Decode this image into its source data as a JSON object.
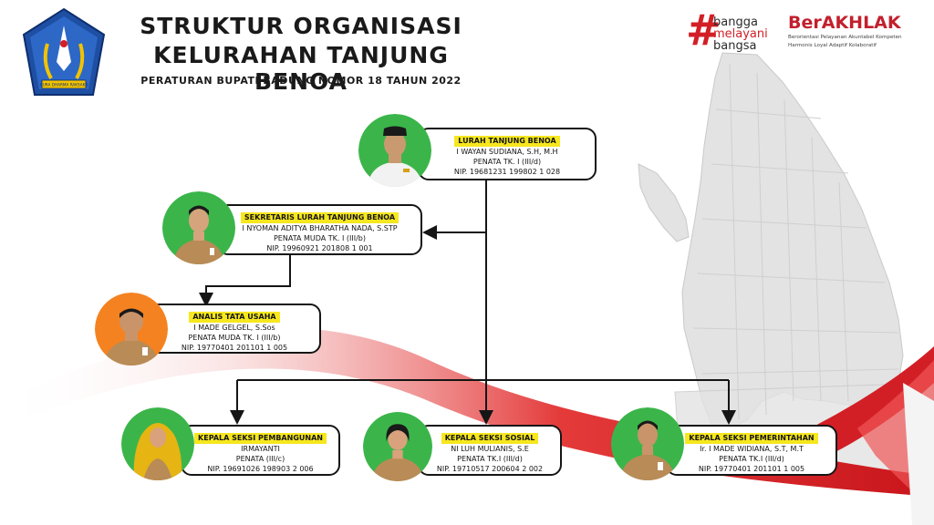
{
  "header": {
    "title_line1": "STRUKTUR ORGANISASI",
    "title_line2": "KELURAHAN TANJUNG BENOA",
    "subtitle": "PERATURAN BUPATI BADUNG NOMOR 18 TAHUN 2022"
  },
  "logos": {
    "regency_emblem_text": "CURA DHARMA RAKSAKA",
    "bangga": {
      "hash": "#",
      "line1": "bangga",
      "line2": "melayani",
      "line3": "bangsa"
    },
    "berakhlak": {
      "title": "BerAKHLAK",
      "line1": "Berorientasi Pelayanan Akuntabel Kompeten",
      "line2": "Harmonis Loyal Adaptif Kolaboratif"
    }
  },
  "people": {
    "lurah": {
      "role": "LURAH TANJUNG BENOA",
      "name": "I WAYAN SUDIANA, S.H, M.H",
      "rank": "PENATA TK. I (III/d)",
      "nip": "NIP. 19681231 199802 1 028"
    },
    "sekretaris": {
      "role": "SEKRETARIS LURAH TANJUNG BENOA",
      "name": "I NYOMAN ADITYA BHARATHA NADA, S.STP",
      "rank": "PENATA MUDA TK. I (III/b)",
      "nip": "NIP. 19960921 201808 1 001"
    },
    "analis": {
      "role": "ANALIS TATA USAHA",
      "name": "I MADE GELGEL, S.Sos",
      "rank": "PENATA MUDA TK. I (III/b)",
      "nip": "NIP. 19770401 201101 1 005"
    },
    "pembangunan": {
      "role": "KEPALA SEKSI PEMBANGUNAN",
      "name": "IRMAYANTI",
      "rank": "PENATA (III/c)",
      "nip": "NIP. 19691026 198903 2 006"
    },
    "sosial": {
      "role": "KEPALA SEKSI SOSIAL",
      "name": "NI LUH MULIANIS, S.E",
      "rank": "PENATA TK.I (III/d)",
      "nip": "NIP. 19710517 200604 2 002"
    },
    "pemerintahan": {
      "role": "KEPALA SEKSI PEMERINTAHAN",
      "name": "Ir. I MADE WIDIANA, S.T, M.T",
      "rank": "PENATA TK.I (III/d)",
      "nip": "NIP. 19770401 201101 1 005"
    }
  },
  "colors": {
    "accent_red": "#d21f26",
    "label_yellow": "#f6e71e",
    "photo_green": "#3bb54a",
    "photo_orange": "#f58220"
  }
}
